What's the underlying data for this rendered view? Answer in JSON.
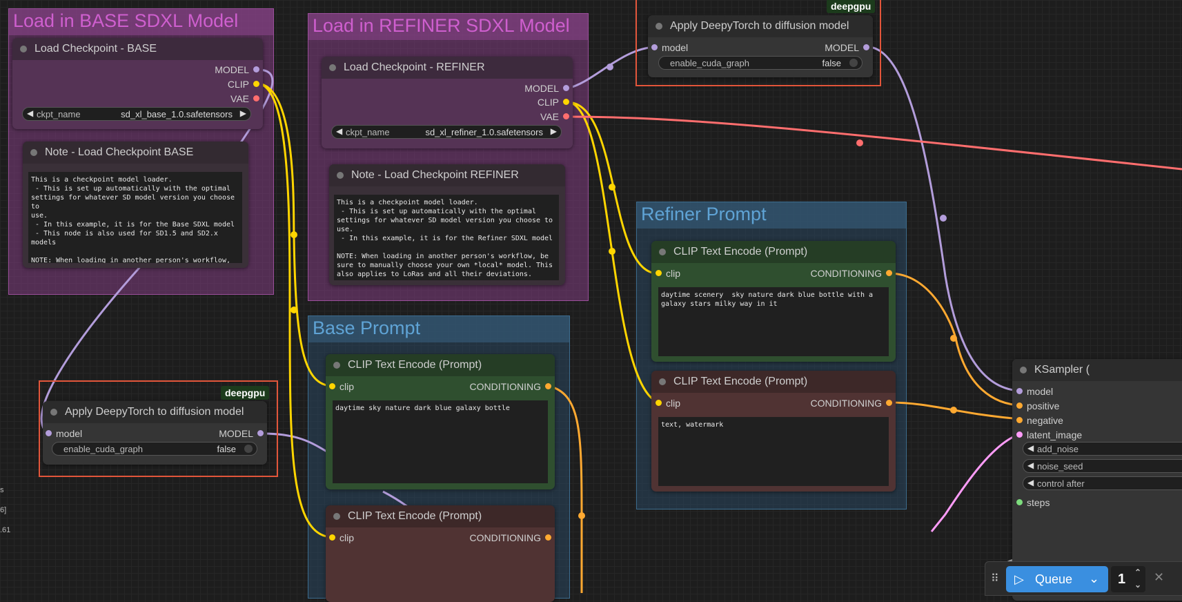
{
  "groups": {
    "base_model": "Load in BASE SDXL Model",
    "refiner_model": "Load in REFINER SDXL Model",
    "base_prompt": "Base Prompt",
    "refiner_prompt": "Refiner Prompt"
  },
  "badges": {
    "deepgpu": "deepgpu"
  },
  "ckpt_base": {
    "title": "Load Checkpoint - BASE",
    "outputs": [
      "MODEL",
      "CLIP",
      "VAE"
    ],
    "widget_label": "ckpt_name",
    "widget_value": "sd_xl_base_1.0.safetensors"
  },
  "note_base": {
    "title": "Note - Load Checkpoint BASE",
    "text": "This is a checkpoint model loader.\n - This is set up automatically with the optimal\nsettings for whatever SD model version you choose to\nuse.\n - In this example, it is for the Base SDXL model\n - This node is also used for SD1.5 and SD2.x models\n\nNOTE: When loading in another person's workflow, be\nsure to manually choose your own *local* model. This\nalso applies to LoRas and all their deviations"
  },
  "ckpt_refiner": {
    "title": "Load Checkpoint - REFINER",
    "outputs": [
      "MODEL",
      "CLIP",
      "VAE"
    ],
    "widget_label": "ckpt_name",
    "widget_value": "sd_xl_refiner_1.0.safetensors"
  },
  "note_refiner": {
    "title": "Note - Load Checkpoint REFINER",
    "text": "This is a checkpoint model loader.\n - This is set up automatically with the optimal\nsettings for whatever SD model version you choose to\nuse.\n - In this example, it is for the Refiner SDXL model\n\nNOTE: When loading in another person's workflow, be\nsure to manually choose your own *local* model. This\nalso applies to LoRas and all their deviations."
  },
  "deepytorch_top": {
    "title": "Apply DeepyTorch to diffusion model",
    "input": "model",
    "output": "MODEL",
    "widget_label": "enable_cuda_graph",
    "widget_value": "false"
  },
  "deepytorch_bottom": {
    "title": "Apply DeepyTorch to diffusion model",
    "input": "model",
    "output": "MODEL",
    "widget_label": "enable_cuda_graph",
    "widget_value": "false"
  },
  "clip_refiner_pos": {
    "title": "CLIP Text Encode (Prompt)",
    "input": "clip",
    "output": "CONDITIONING",
    "text": "daytime scenery  sky nature dark blue bottle with a\ngalaxy stars milky way in it"
  },
  "clip_refiner_neg": {
    "title": "CLIP Text Encode (Prompt)",
    "input": "clip",
    "output": "CONDITIONING",
    "text": "text, watermark"
  },
  "clip_base_pos": {
    "title": "CLIP Text Encode (Prompt)",
    "input": "clip",
    "output": "CONDITIONING",
    "text": "daytime sky nature dark blue galaxy bottle"
  },
  "clip_base_neg": {
    "title": "CLIP Text Encode (Prompt)",
    "input": "clip",
    "output": "CONDITIONING"
  },
  "ksampler": {
    "title": "KSampler (",
    "inputs": [
      "model",
      "positive",
      "negative",
      "latent_image"
    ],
    "widgets": [
      "add_noise",
      "noise_seed",
      "control after"
    ],
    "steps": "steps"
  },
  "left_info": [
    "s",
    "6]",
    ".61"
  ],
  "queue": {
    "label": "Queue",
    "count": "1"
  },
  "colors": {
    "model": "#b39ddb",
    "clip": "#ffd500",
    "vae": "#ff6e6e",
    "conditioning": "#ffa931",
    "latent": "#ff9cf9",
    "accent": "#3a8fe0",
    "selection": "#e2553a"
  }
}
